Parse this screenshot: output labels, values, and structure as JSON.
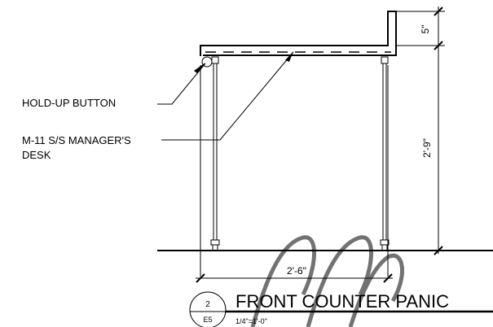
{
  "annotations": {
    "hold_up_button": "HOLD-UP BUTTON",
    "desk_line1": "M-11 S/S MANAGER'S",
    "desk_line2": "DESK"
  },
  "dimensions": {
    "top_height": "5\"",
    "height": "2'-9\"",
    "width": "2'-6\""
  },
  "title_block": {
    "detail_number": "2",
    "sheet": "E5",
    "title": "FRONT COUNTER PANIC",
    "scale": "1/4\"=1'-0\""
  }
}
